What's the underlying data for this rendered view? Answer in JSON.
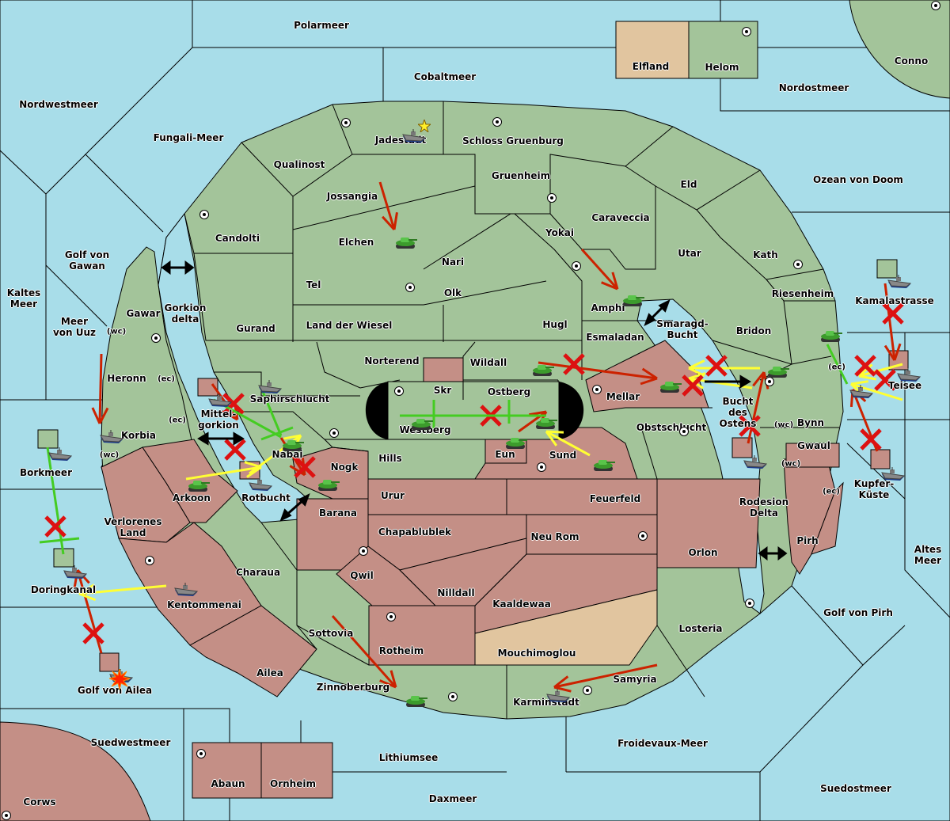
{
  "map": {
    "title": "Diplomacy map",
    "colors": {
      "sea": "#a8dde9",
      "neutral_green": "#a3c49a",
      "power_pink": "#c48f86",
      "power_tan": "#e1c59f",
      "move_order": "#cc2200",
      "support_order": "#ffff33",
      "convoy_order": "#44cc22",
      "failed_mark": "#dd1111"
    },
    "sea_labels": [
      {
        "name": "Polarmeer"
      },
      {
        "name": "Cobaltmeer"
      },
      {
        "name": "Nordwestmeer"
      },
      {
        "name": "Fungali-Meer"
      },
      {
        "name": "Nordostmeer"
      },
      {
        "name": "Ozean von Doom"
      },
      {
        "name": "Golf von\nGawan"
      },
      {
        "name": "Kaltes\nMeer"
      },
      {
        "name": "Meer\nvon Uuz"
      },
      {
        "name": "Gorkion\ndelta"
      },
      {
        "name": "Mittel-\ngorkion"
      },
      {
        "name": "Borkmeer"
      },
      {
        "name": "Rotbucht"
      },
      {
        "name": "Smaragd-\nBucht"
      },
      {
        "name": "Bucht\ndes\nOstens"
      },
      {
        "name": "Kamalastrasse"
      },
      {
        "name": "Teisee"
      },
      {
        "name": "Kupfer-\nKüste"
      },
      {
        "name": "Rodesion\nDelta"
      },
      {
        "name": "Altes\nMeer"
      },
      {
        "name": "Golf von Pirh"
      },
      {
        "name": "Doringkanal"
      },
      {
        "name": "Golf von Ailea"
      },
      {
        "name": "Suedwestmeer"
      },
      {
        "name": "Lithiumsee"
      },
      {
        "name": "Froidevaux-Meer"
      },
      {
        "name": "Suedostmeer"
      },
      {
        "name": "Daxmeer"
      }
    ],
    "land_labels": [
      {
        "name": "Elfland"
      },
      {
        "name": "Helom"
      },
      {
        "name": "Conno"
      },
      {
        "name": "Jadestadt"
      },
      {
        "name": "Schloss Gruenburg"
      },
      {
        "name": "Qualinost"
      },
      {
        "name": "Gruenheim"
      },
      {
        "name": "Eld"
      },
      {
        "name": "Jossangia"
      },
      {
        "name": "Caraveccia"
      },
      {
        "name": "Candolti"
      },
      {
        "name": "Elchen"
      },
      {
        "name": "Yokai"
      },
      {
        "name": "Utar"
      },
      {
        "name": "Kath"
      },
      {
        "name": "Nari"
      },
      {
        "name": "Tel"
      },
      {
        "name": "Olk"
      },
      {
        "name": "Amphi"
      },
      {
        "name": "Riesenheim"
      },
      {
        "name": "Gawar"
      },
      {
        "name": "Gurand"
      },
      {
        "name": "Land der Wiesel"
      },
      {
        "name": "Hugl"
      },
      {
        "name": "Bridon"
      },
      {
        "name": "Esmaladan"
      },
      {
        "name": "Norterend"
      },
      {
        "name": "Wildall"
      },
      {
        "name": "Heronn"
      },
      {
        "name": "Skr"
      },
      {
        "name": "Ostberg"
      },
      {
        "name": "Mellar"
      },
      {
        "name": "Saphirschlucht"
      },
      {
        "name": "Westberg"
      },
      {
        "name": "Korbia"
      },
      {
        "name": "Obstschlucht"
      },
      {
        "name": "Bynn"
      },
      {
        "name": "Nabai"
      },
      {
        "name": "Hills"
      },
      {
        "name": "Eun"
      },
      {
        "name": "Sund"
      },
      {
        "name": "Gwaul"
      },
      {
        "name": "Nogk"
      },
      {
        "name": "Arkoon"
      },
      {
        "name": "Urur"
      },
      {
        "name": "Feuerfeld"
      },
      {
        "name": "Barana"
      },
      {
        "name": "Verlorenes\nLand"
      },
      {
        "name": "Chapablublek"
      },
      {
        "name": "Neu Rom"
      },
      {
        "name": "Pirh"
      },
      {
        "name": "Orlon"
      },
      {
        "name": "Charaua"
      },
      {
        "name": "Qwil"
      },
      {
        "name": "Nilldall"
      },
      {
        "name": "Kaaldewaa"
      },
      {
        "name": "Kentommenai"
      },
      {
        "name": "Losteria"
      },
      {
        "name": "Sottovia"
      },
      {
        "name": "Rotheim"
      },
      {
        "name": "Mouchimoglou"
      },
      {
        "name": "Ailea"
      },
      {
        "name": "Samyria"
      },
      {
        "name": "Zinnoberburg"
      },
      {
        "name": "Karminstadt"
      },
      {
        "name": "Abaun"
      },
      {
        "name": "Ornheim"
      },
      {
        "name": "Corws"
      }
    ],
    "coast_labels": [
      "(wc)",
      "(ec)",
      "(ec)",
      "(wc)",
      "(ec)",
      "(wc)",
      "(wc)",
      "(ec)"
    ],
    "units": [
      {
        "type": "fleet",
        "owner": "green",
        "location": "Jadestadt",
        "marker": "star"
      },
      {
        "type": "army",
        "owner": "green",
        "location": "Elchen"
      },
      {
        "type": "army",
        "owner": "green",
        "location": "Amphi"
      },
      {
        "type": "army",
        "owner": "green",
        "location": "Wildall"
      },
      {
        "type": "army",
        "owner": "green",
        "location": "Mellar"
      },
      {
        "type": "army",
        "owner": "green",
        "location": "Bridon"
      },
      {
        "type": "army",
        "owner": "green",
        "location": "Riesenheim"
      },
      {
        "type": "fleet",
        "owner": "green",
        "location": "Bynn (ec)"
      },
      {
        "type": "fleet",
        "owner": "green",
        "location": "Kamalastrasse"
      },
      {
        "type": "fleet",
        "owner": "pink",
        "location": "Teisee"
      },
      {
        "type": "fleet",
        "owner": "pink",
        "location": "Kupfer-Küste"
      },
      {
        "type": "fleet",
        "owner": "pink",
        "location": "Bucht des Ostens"
      },
      {
        "type": "army",
        "owner": "green",
        "location": "Westberg"
      },
      {
        "type": "army",
        "owner": "green",
        "location": "Ostberg"
      },
      {
        "type": "army",
        "owner": "green",
        "location": "Eun"
      },
      {
        "type": "army",
        "owner": "green",
        "location": "Sund"
      },
      {
        "type": "fleet",
        "owner": "green",
        "location": "Saphirschlucht"
      },
      {
        "type": "fleet",
        "owner": "green",
        "location": "Mittelgorkion"
      },
      {
        "type": "army",
        "owner": "green",
        "location": "Nabai"
      },
      {
        "type": "army",
        "owner": "green",
        "location": "Nogk"
      },
      {
        "type": "army",
        "owner": "green",
        "location": "Arkoon"
      },
      {
        "type": "fleet",
        "owner": "pink",
        "location": "Rotbucht"
      },
      {
        "type": "fleet",
        "owner": "green",
        "location": "Korbia (wc)"
      },
      {
        "type": "fleet",
        "owner": "green",
        "location": "Borkmeer"
      },
      {
        "type": "fleet",
        "owner": "green",
        "location": "Doringkanal"
      },
      {
        "type": "fleet",
        "owner": "green",
        "location": "Kentommenai"
      },
      {
        "type": "fleet",
        "owner": "pink",
        "location": "Golf von Ailea",
        "marker": "dislodged"
      },
      {
        "type": "army",
        "owner": "green",
        "location": "Zinnoberburg"
      },
      {
        "type": "fleet",
        "owner": "green",
        "location": "Karminstadt"
      }
    ]
  }
}
